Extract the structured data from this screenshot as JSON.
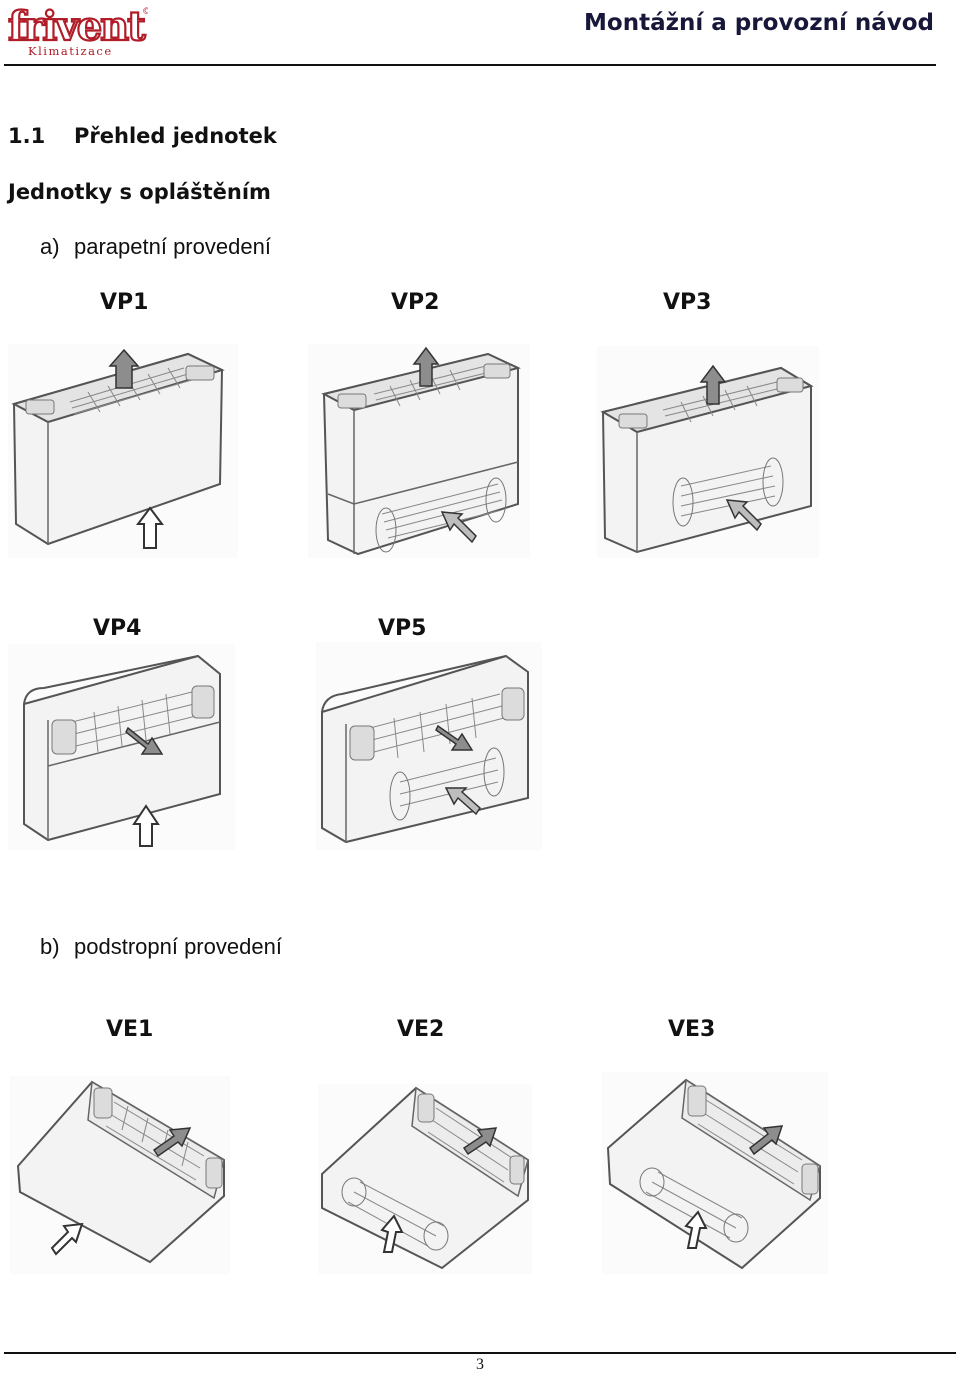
{
  "header": {
    "logo_text": "frivent",
    "logo_sub": "Klimatizace",
    "title": "Montážní a provozní návod"
  },
  "section": {
    "number": "1.1",
    "title": "Přehled jednotek"
  },
  "subheading": "Jednotky s opláštěním",
  "groups": [
    {
      "mark": "a)",
      "label": "parapetní provedení",
      "units": [
        "VP1",
        "VP2",
        "VP3",
        "VP4",
        "VP5"
      ]
    },
    {
      "mark": "b)",
      "label": "podstropní provedení",
      "units": [
        "VE1",
        "VE2",
        "VE3"
      ]
    }
  ],
  "footer": {
    "page_number": "3"
  }
}
